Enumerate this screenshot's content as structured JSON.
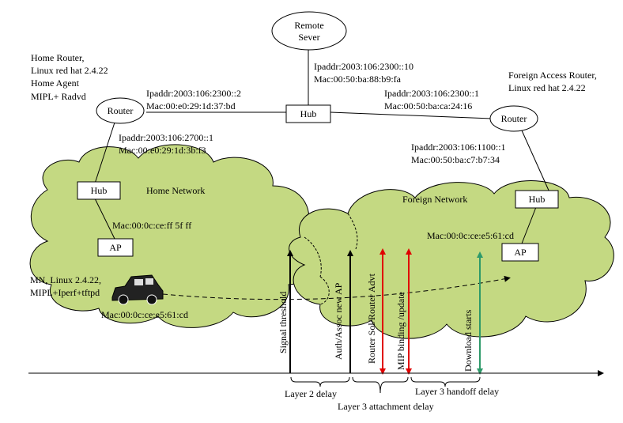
{
  "nodes": {
    "remote_server": {
      "line1": "Remote",
      "line2": "Sever"
    },
    "home_router": "Router",
    "foreign_router": "Router",
    "center_hub": "Hub",
    "home_hub": "Hub",
    "foreign_hub": "Hub",
    "home_ap": "AP",
    "foreign_ap": "AP"
  },
  "labels": {
    "home_router_desc": [
      "Home Router,",
      "Linux red hat 2.4.22",
      "Home Agent",
      "MIPL+ Radvd"
    ],
    "foreign_router_desc": [
      "Foreign Access Router,",
      "Linux red hat 2.4.22"
    ],
    "server_ip": "Ipaddr:2003:106:2300::10",
    "server_mac": "Mac:00:50:ba:88:b9:fa",
    "home_router_ip": "Ipaddr:2003:106:2300::2",
    "home_router_mac": "Mac:00:e0:29:1d:37:bd",
    "foreign_router_ip": "Ipaddr:2003:106:2300::1",
    "foreign_router_mac": "Mac:00:50:ba:ca:24:16",
    "home_net_ip": "Ipaddr:2003:106:2700::1",
    "home_net_mac": "Mac:00:e0:29:1d:3b:f3",
    "foreign_net_ip": "Ipaddr:2003:106:1100::1",
    "foreign_net_mac": "Mac:00:50:ba:c7:b7:34",
    "home_network": "Home Network",
    "foreign_network": "Foreign Network",
    "home_ap_mac": "Mac:00:0c:ce:ff 5f ff",
    "foreign_ap_mac": "Mac:00:0c:ce:e5:61:cd",
    "mn_desc": [
      "MN, Linux 2.4.22,",
      "MIPL+Iperf+tftpd"
    ],
    "mn_mac": "Mac:00:0c:ce:e5:61:cd"
  },
  "events": {
    "signal_threshold": "Signal threshold",
    "auth_assoc": "Auth/Assoc new AP",
    "router_sol": "Router Sol/Router Advt",
    "mip_binding": "MIP binding /update",
    "download_starts": "Download starts"
  },
  "delays": {
    "layer2": "Layer 2 delay",
    "layer3_attach": "Layer 3 attachment  delay",
    "layer3_handoff": "Layer 3 handoff delay"
  },
  "colors": {
    "cloud_fill": "#c4d982",
    "red_arrow": "#e00000",
    "green_arrow": "#2e9a6a",
    "black": "#000000"
  }
}
